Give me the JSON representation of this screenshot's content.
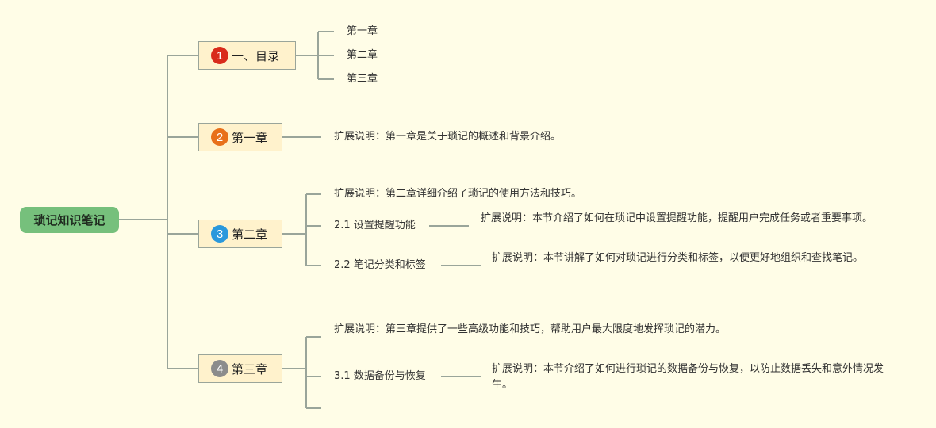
{
  "root": {
    "label": "琐记知识笔记"
  },
  "colors": {
    "background": "#fffde7",
    "root_fill": "#76c07c",
    "topic_fill": "#fff2cc",
    "line": "#9aa59a",
    "badge_1": "#d92b1b",
    "badge_2": "#e8701a",
    "badge_3": "#2a98dc",
    "badge_4": "#8c8c8c"
  },
  "topics": [
    {
      "number": "1",
      "label": "一、目录",
      "children": [
        "第一章",
        "第二章",
        "第三章"
      ]
    },
    {
      "number": "2",
      "label": "第一章",
      "note": "扩展说明：第一章是关于琐记的概述和背景介绍。"
    },
    {
      "number": "3",
      "label": "第二章",
      "note": "扩展说明：第二章详细介绍了琐记的使用方法和技巧。",
      "sections": [
        {
          "label": "2.1 设置提醒功能",
          "note": "扩展说明：本节介绍了如何在琐记中设置提醒功能，提醒用户完成任务或者重要事项。"
        },
        {
          "label": "2.2 笔记分类和标签",
          "note": "扩展说明：本节讲解了如何对琐记进行分类和标签，以便更好地组织和查找笔记。"
        }
      ]
    },
    {
      "number": "4",
      "label": "第三章",
      "note": "扩展说明：第三章提供了一些高级功能和技巧，帮助用户最大限度地发挥琐记的潜力。",
      "sections": [
        {
          "label": "3.1 数据备份与恢复",
          "note": "扩展说明：本节介绍了如何进行琐记的数据备份与恢复，以防止数据丢失和意外情况发生。"
        }
      ]
    }
  ]
}
